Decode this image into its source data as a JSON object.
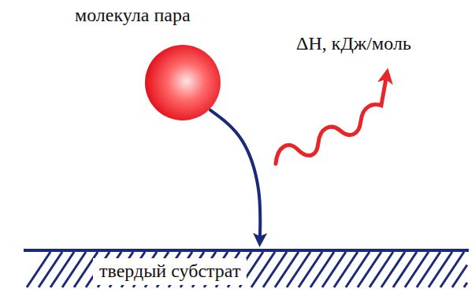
{
  "diagram": {
    "nodes": [
      {
        "text": [
          "молекула пара"
        ]
      },
      {
        "text": [
          "твердый субстрат"
        ]
      }
    ],
    "edges": [
      {
        "from": 0,
        "to": 1,
        "arrow": "to"
      }
    ],
    "labels": [
      "ΔH, кДж/моль"
    ]
  }
}
